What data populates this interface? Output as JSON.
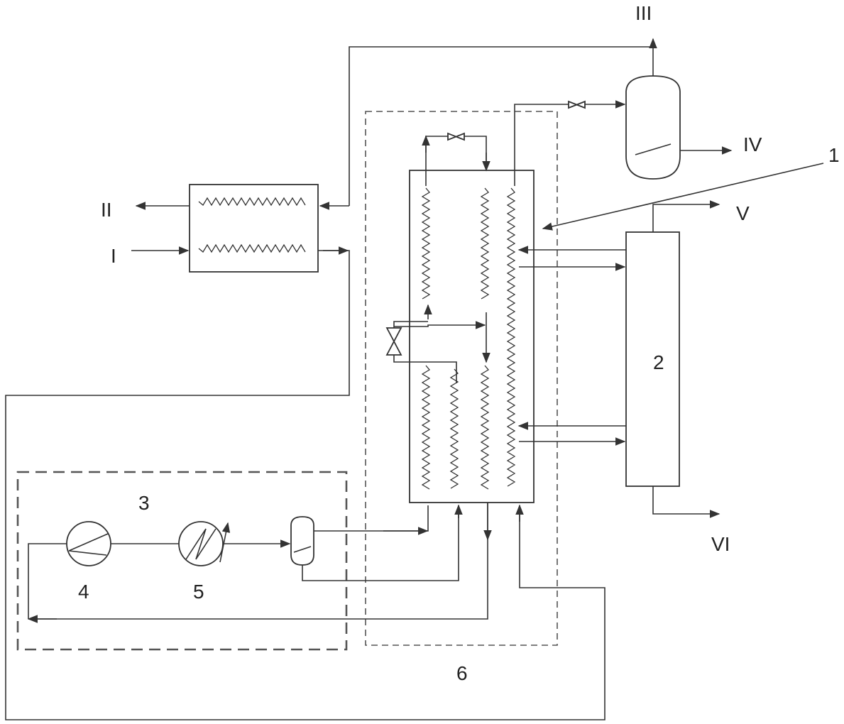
{
  "stream_labels": {
    "I": "I",
    "II": "II",
    "III": "III",
    "IV": "IV",
    "V": "V",
    "VI": "VI"
  },
  "equipment_labels": {
    "heat_exchanger": "1",
    "column": "2",
    "refrigeration_unit": "3",
    "compressor": "4",
    "cooler": "5",
    "cold_box": "6"
  },
  "colors": {
    "line": "#333333",
    "dashed_boundary": "#555555",
    "background": "#ffffff"
  }
}
